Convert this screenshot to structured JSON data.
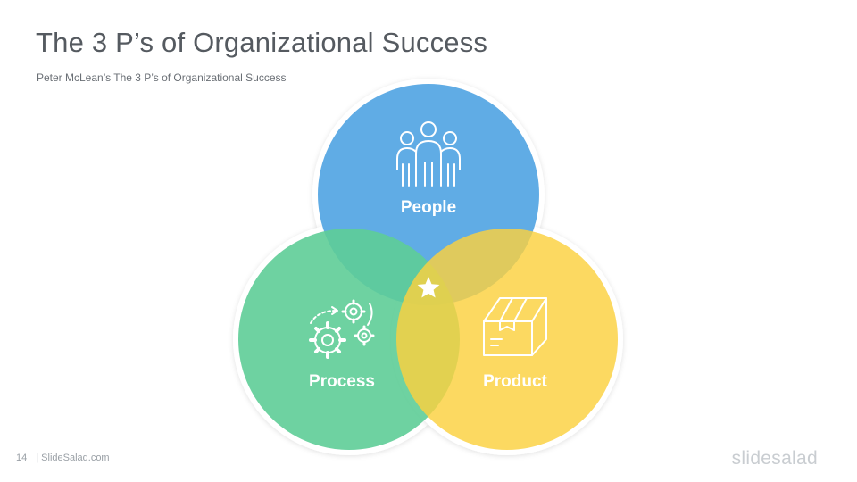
{
  "title": "The 3 P’s of Organizational Success",
  "subtitle": "Peter McLean’s The 3 P’s of Organizational  Success",
  "venn": {
    "people": {
      "label": "People",
      "color": "#5aa9e4",
      "icon": "people-group-icon"
    },
    "process": {
      "label": "Process",
      "color": "#5ecd97",
      "icon": "gears-icon"
    },
    "product": {
      "label": "Product",
      "color": "#fbd13e",
      "icon": "box-icon"
    },
    "center_icon": "star-icon"
  },
  "footer": {
    "page_number": "14",
    "site": "| SlideSalad.com"
  },
  "logo": "slidesalad"
}
